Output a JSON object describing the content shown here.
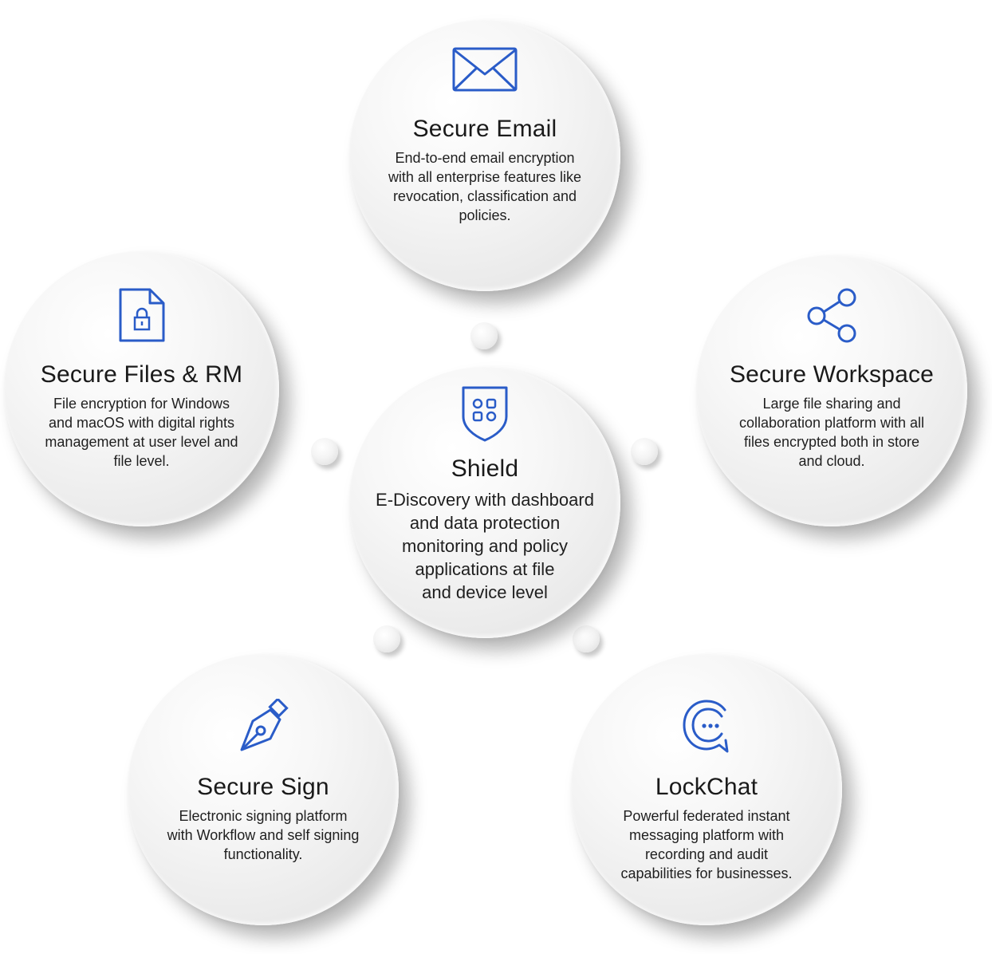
{
  "accent_color": "#2a5cc8",
  "nodes": {
    "email": {
      "icon": "envelope-icon",
      "title": "Secure Email",
      "desc": [
        "End-to-end email encryption",
        "with all enterprise features like",
        "revocation, classification and",
        "policies."
      ]
    },
    "files": {
      "icon": "locked-file-icon",
      "title": "Secure Files & RM",
      "desc": [
        "File encryption for Windows",
        "and macOS with digital rights",
        "management at user level and",
        "file level."
      ]
    },
    "workspace": {
      "icon": "share-icon",
      "title": "Secure Workspace",
      "desc": [
        "Large file sharing and",
        "collaboration platform with all",
        "files encrypted both in store",
        "and cloud."
      ]
    },
    "shield": {
      "icon": "shield-icon",
      "title": "Shield",
      "desc": [
        "E-Discovery with dashboard",
        "and data protection",
        "monitoring and policy",
        "applications at file",
        "and device level"
      ]
    },
    "sign": {
      "icon": "pen-nib-icon",
      "title": "Secure Sign",
      "desc": [
        "Electronic signing platform",
        "with Workflow and self signing",
        "functionality."
      ]
    },
    "lockchat": {
      "icon": "chat-bubble-icon",
      "title": "LockChat",
      "desc": [
        "Powerful federated instant",
        "messaging platform with",
        "recording and audit",
        "capabilities for businesses."
      ]
    }
  }
}
